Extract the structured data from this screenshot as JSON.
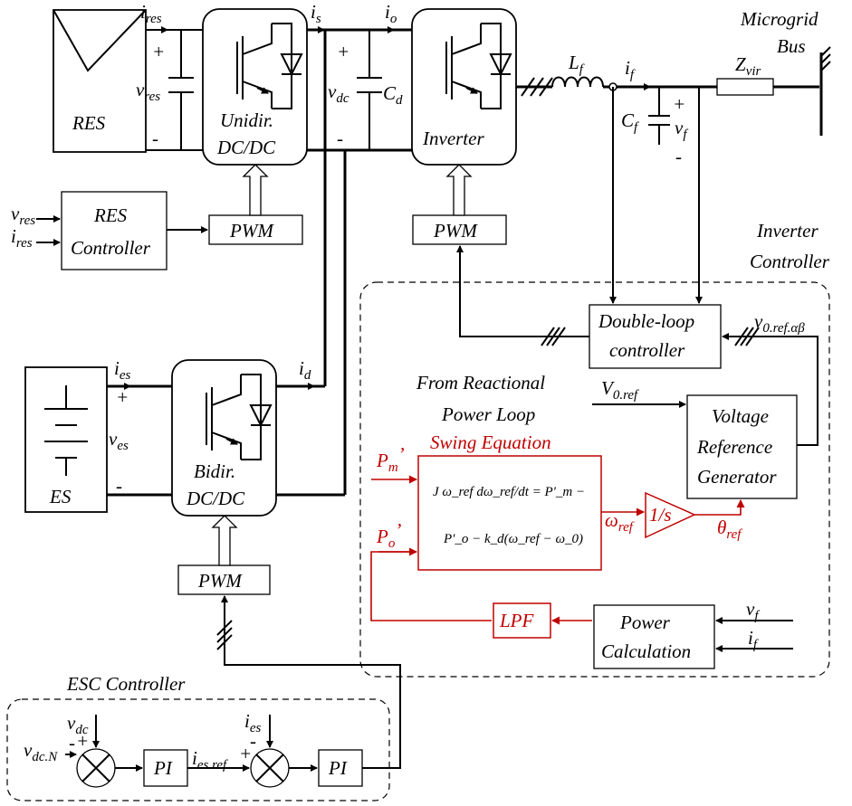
{
  "blocks": {
    "res": "RES",
    "unidir_l1": "Unidir.",
    "unidir_l2": "DC/DC",
    "inverter": "Inverter",
    "pwm": "PWM",
    "res_ctrl_l1": "RES",
    "res_ctrl_l2": "Controller",
    "double_loop_l1": "Double-loop",
    "double_loop_l2": "controller",
    "vrg_l1": "Voltage",
    "vrg_l2": "Reference",
    "vrg_l3": "Generator",
    "es": "ES",
    "bidir_l1": "Bidir.",
    "bidir_l2": "DC/DC",
    "power_calc_l1": "Power",
    "power_calc_l2": "Calculation",
    "lpf": "LPF",
    "pi": "PI",
    "integrator": "1/s"
  },
  "labels": {
    "microgrid_bus_l1": "Microgrid",
    "microgrid_bus_l2": "Bus",
    "inverter_controller_l1": "Inverter",
    "inverter_controller_l2": "Controller",
    "esc_controller": "ESC Controller",
    "swing_equation": "Swing Equation",
    "from_reactional_l1": "From Reactional",
    "from_reactional_l2": "Power Loop",
    "plus": "+",
    "minus": "-"
  },
  "equation": {
    "line1": "J ω_ref dω_ref/dt = P'_m −",
    "line2": "P'_o − k_d(ω_ref − ω_0)"
  },
  "signals": {
    "i": "i",
    "v": "v",
    "C": "C",
    "L": "L",
    "Z": "Z",
    "P": "P",
    "V": "V",
    "theta": "θ",
    "omega": "ω",
    "res": "res",
    "s": "s",
    "o": "o",
    "dc": "dc",
    "d": "d",
    "f": "f",
    "vir": "vir",
    "es": "es",
    "m": "m",
    "ref": "ref",
    "zero_ref": "0.ref",
    "zero_ref_ab": "0.ref.αβ",
    "dcN": "dc.N",
    "es_ref": "es.ref",
    "prime": "’"
  }
}
